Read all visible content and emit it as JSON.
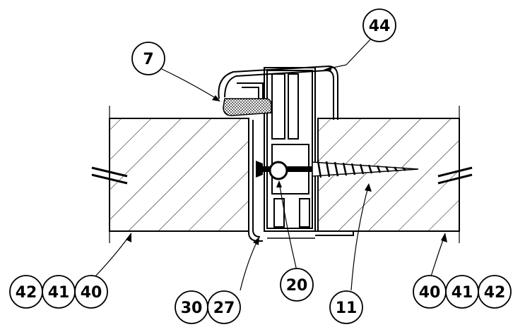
{
  "callouts": {
    "c7": "7",
    "c44": "44",
    "c20": "20",
    "c11": "11",
    "c30": "30",
    "c27": "27",
    "left_42": "42",
    "left_41": "41",
    "left_40": "40",
    "right_40": "40",
    "right_41": "41",
    "right_42": "42"
  }
}
